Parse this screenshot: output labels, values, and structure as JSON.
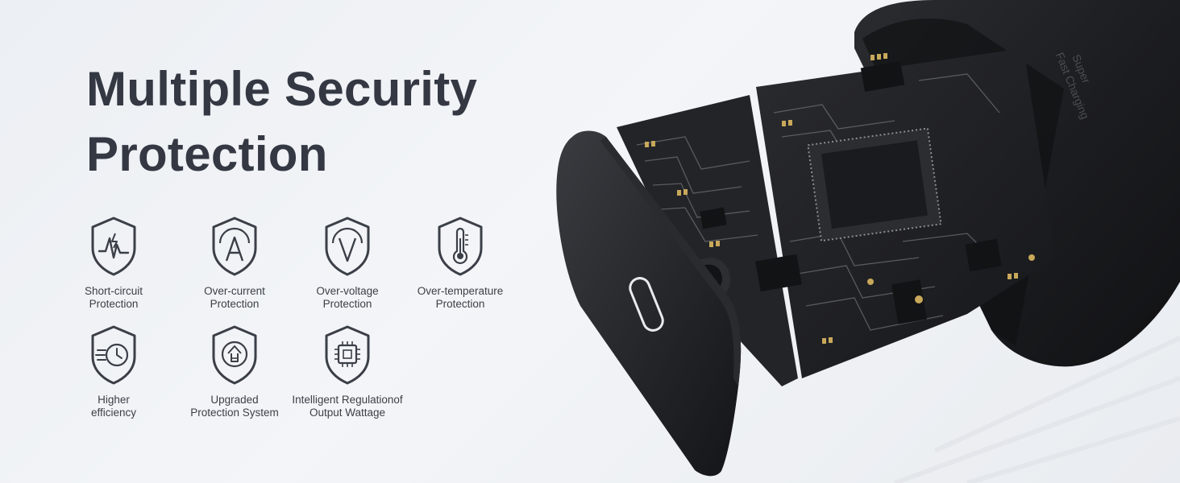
{
  "heading": {
    "line1": "Multiple Security",
    "line2": "Protection"
  },
  "features": [
    {
      "icon": "shield-lightning-icon",
      "line1": "Short-circuit",
      "line2": "Protection"
    },
    {
      "icon": "shield-current-icon",
      "line1": "Over-current",
      "line2": "Protection"
    },
    {
      "icon": "shield-voltage-icon",
      "line1": "Over-voltage",
      "line2": "Protection"
    },
    {
      "icon": "shield-thermometer-icon",
      "line1": "Over-temperature",
      "line2": "Protection"
    },
    {
      "icon": "shield-clock-icon",
      "line1": "Higher",
      "line2": "efficiency"
    },
    {
      "icon": "shield-upgrade-icon",
      "line1": "Upgraded",
      "line2": "Protection System"
    },
    {
      "icon": "shield-chip-icon",
      "line1": "Intelligent Regulationof",
      "line2": "Output Wattage"
    }
  ],
  "product": {
    "brand_line1": "Super",
    "brand_line2": "Fast Charging"
  },
  "colors": {
    "text": "#343843",
    "icon": "#3b3f47",
    "device": "#1e1f22"
  }
}
